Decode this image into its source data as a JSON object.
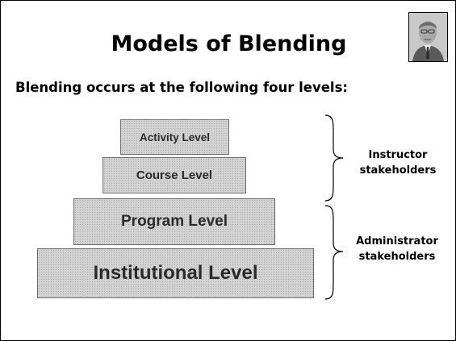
{
  "slide": {
    "title": "Models of Blending",
    "subtitle": "Blending occurs at the following four levels:"
  },
  "levels": [
    {
      "label": "Activity Level"
    },
    {
      "label": "Course Level"
    },
    {
      "label": "Program Level"
    },
    {
      "label": "Institutional Level"
    }
  ],
  "groups": [
    {
      "line1": "Instructor",
      "line2": "stakeholders"
    },
    {
      "line1": "Administrator",
      "line2": "stakeholders"
    }
  ],
  "colors": {
    "level_fill": "#d3d3d3",
    "level_border": "#6e6e6e",
    "text": "#000000"
  }
}
